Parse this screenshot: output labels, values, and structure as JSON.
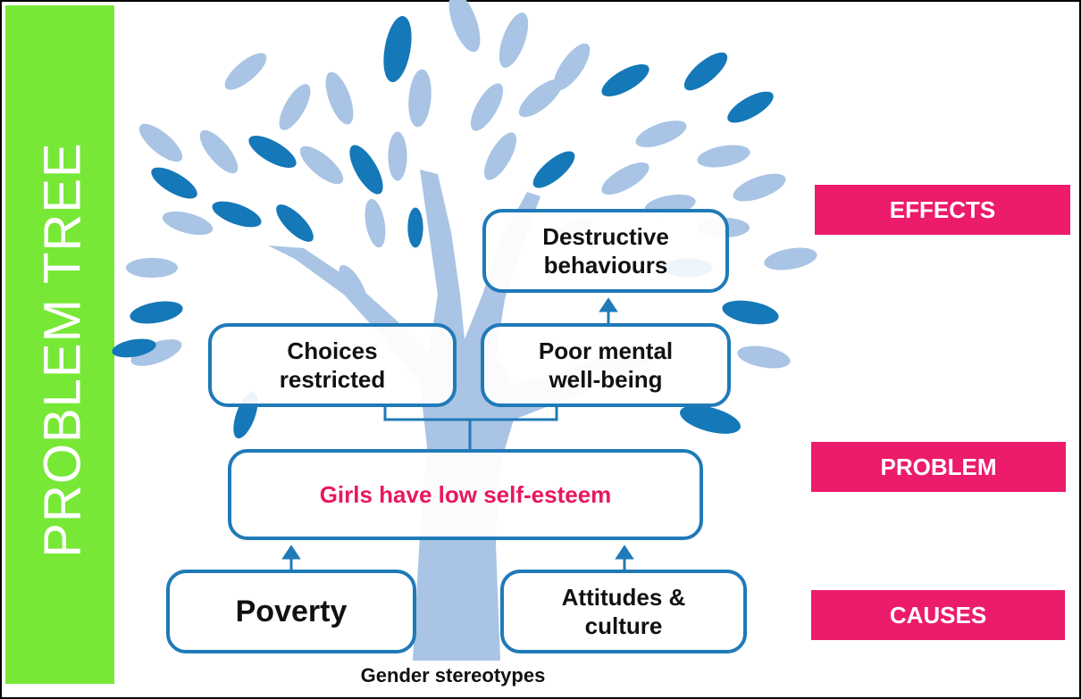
{
  "sidebar": {
    "title": "PROBLEM TREE"
  },
  "boxes": {
    "destructive": "Destructive behaviours",
    "choices": "Choices restricted",
    "mental": "Poor mental well-being",
    "problem": "Girls have low self-esteem",
    "poverty": "Poverty",
    "attitudes": "Attitudes & culture"
  },
  "labels": {
    "effects": "EFFECTS",
    "problem": "PROBLEM",
    "causes": "CAUSES"
  },
  "footer": "Gender stereotypes",
  "colors": {
    "sidebar": "#77e836",
    "label_bg": "#ec1b6b",
    "box_border": "#1f7ab8",
    "problem_text": "#e8185f",
    "leaf_dark": "#1578b8",
    "leaf_light": "#a9c4e4"
  }
}
